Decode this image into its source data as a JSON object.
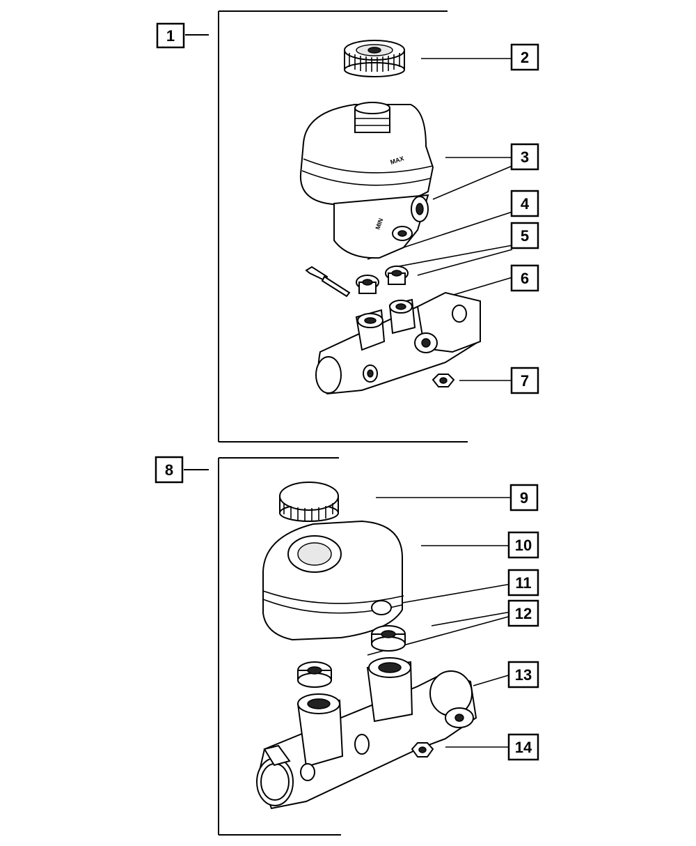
{
  "callouts": [
    {
      "id": "1",
      "label": "1"
    },
    {
      "id": "2",
      "label": "2"
    },
    {
      "id": "3",
      "label": "3"
    },
    {
      "id": "4",
      "label": "4"
    },
    {
      "id": "5",
      "label": "5"
    },
    {
      "id": "6",
      "label": "6"
    },
    {
      "id": "7",
      "label": "7"
    },
    {
      "id": "8",
      "label": "8"
    },
    {
      "id": "9",
      "label": "9"
    },
    {
      "id": "10",
      "label": "10"
    },
    {
      "id": "11",
      "label": "11"
    },
    {
      "id": "12",
      "label": "12"
    },
    {
      "id": "13",
      "label": "13"
    },
    {
      "id": "14",
      "label": "14"
    }
  ],
  "reservoir_markings": {
    "max": "MAX",
    "min": "MIN"
  }
}
